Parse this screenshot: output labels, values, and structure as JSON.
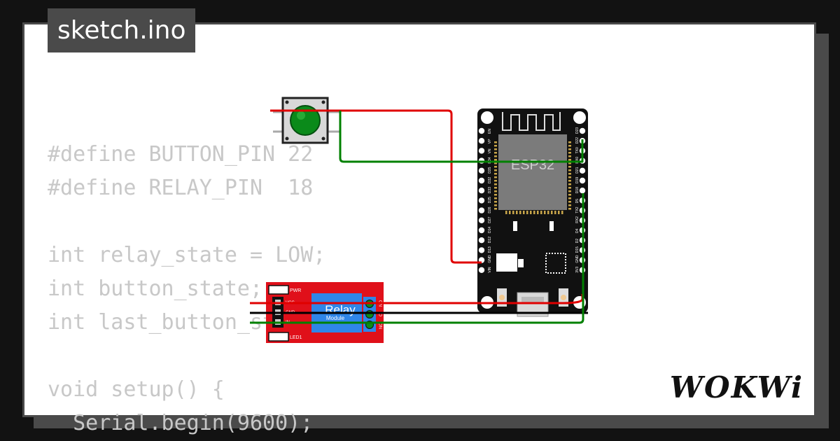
{
  "header": {
    "title": "sketch.ino"
  },
  "brand": {
    "logo_text": "WOKWi"
  },
  "code": {
    "lines": [
      "#define BUTTON_PIN 22",
      "#define RELAY_PIN  18",
      "",
      "int relay_state = LOW;",
      "int button_state;",
      "int last_button_state;",
      "",
      "void setup() {",
      "  Serial.begin(9600);"
    ]
  },
  "board": {
    "label": "ESP32",
    "left_pins": [
      "EN",
      "VP",
      "VN",
      "D34",
      "D35",
      "D32",
      "D33",
      "D25",
      "D26",
      "D27",
      "D14",
      "D12",
      "D13",
      "GND",
      "VIN"
    ],
    "right_pins": [
      "D23",
      "D22",
      "TX0",
      "RX0",
      "D21",
      "D19",
      "D18",
      "D5",
      "TX2",
      "RX2",
      "D4",
      "D2",
      "D15",
      "GND",
      "3V3"
    ]
  },
  "relay": {
    "title": "Relay",
    "subtitle": "Module",
    "pin_labels": [
      "VCC",
      "GND",
      "IN"
    ],
    "led_labels": [
      "PWR",
      "LED1"
    ],
    "terminal_labels": [
      "NC",
      "C",
      "NO"
    ]
  },
  "colors": {
    "background": "#121212",
    "panel": "#4a4a4a",
    "code_text": "#c8c8c8",
    "wire_red": "#e00000",
    "wire_green": "#008000",
    "wire_black": "#000000",
    "relay_board": "#e0101a",
    "relay_body": "#2f86e8",
    "button_cap": "#0a8a1a",
    "esp_board": "#111111",
    "esp_chip": "#7b7b7b"
  }
}
